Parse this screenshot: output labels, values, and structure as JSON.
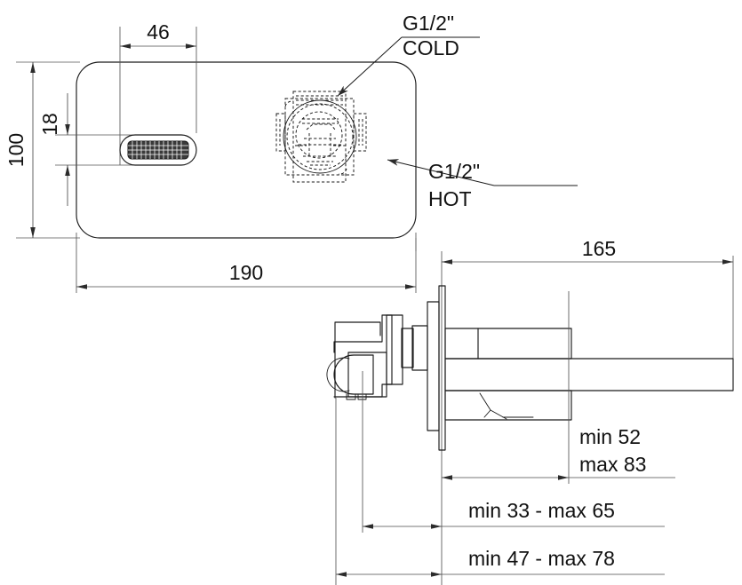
{
  "drawing": {
    "title": "Wall-mounted basin mixer installation drawing",
    "units": "mm",
    "line_color": "#1a1a1a",
    "dimension_color": "#4a4a4a",
    "background": "#ffffff"
  },
  "front_view": {
    "name": "escutcheon-plate-front-view",
    "dimensions": {
      "plate_width": "190",
      "plate_height": "100",
      "outlet_width": "46",
      "outlet_offset_top": "18"
    },
    "labels": {
      "cold_thread": "G1/2\"",
      "cold_name": "COLD",
      "hot_thread": "G1/2\"",
      "hot_name": "HOT"
    }
  },
  "side_view": {
    "name": "mixer-side-section-view",
    "dimensions": {
      "spout_projection": "165",
      "spout_height_min_max": "min 52\nmax 83",
      "spout_height_min": "min 52",
      "spout_height_max": "max 83",
      "wall_depth_range": "min 33 - max 65",
      "body_depth_range": "min 47 - max 78"
    }
  },
  "dimension_values": {
    "d_46": "46",
    "d_18": "18",
    "d_100": "100",
    "d_190": "190",
    "d_165": "165",
    "d_min52": "min 52",
    "d_max83": "max 83",
    "d_min33max65": "min 33 - max 65",
    "d_min47max78": "min 47 - max 78"
  },
  "annotations": {
    "cold_line1": "G1/2\"",
    "cold_line2": "COLD",
    "hot_line1": "G1/2\"",
    "hot_line2": "HOT"
  }
}
